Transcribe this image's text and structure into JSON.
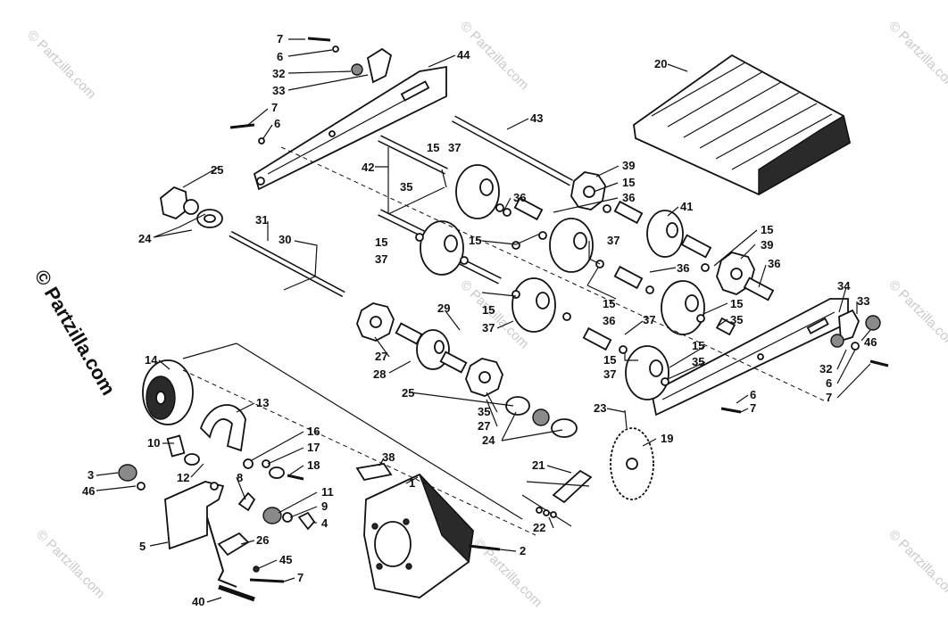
{
  "diagram": {
    "watermark_side": "© Partzilla.com",
    "watermark_tiles": [
      "© Partzilla.com",
      "© Partzilla.com",
      "© Partzilla.com",
      "© Partzilla.com",
      "© Partzilla.com",
      "© Partzilla.com",
      "© Partzilla.com",
      "© Partzilla.com"
    ],
    "callouts": [
      {
        "n": "7"
      },
      {
        "n": "6"
      },
      {
        "n": "32"
      },
      {
        "n": "33"
      },
      {
        "n": "44"
      },
      {
        "n": "7"
      },
      {
        "n": "6"
      },
      {
        "n": "20"
      },
      {
        "n": "43"
      },
      {
        "n": "42"
      },
      {
        "n": "15"
      },
      {
        "n": "37"
      },
      {
        "n": "35"
      },
      {
        "n": "25"
      },
      {
        "n": "39"
      },
      {
        "n": "15"
      },
      {
        "n": "36"
      },
      {
        "n": "36"
      },
      {
        "n": "41"
      },
      {
        "n": "24"
      },
      {
        "n": "31"
      },
      {
        "n": "30"
      },
      {
        "n": "15"
      },
      {
        "n": "37"
      },
      {
        "n": "15"
      },
      {
        "n": "37"
      },
      {
        "n": "15"
      },
      {
        "n": "39"
      },
      {
        "n": "36"
      },
      {
        "n": "36"
      },
      {
        "n": "29"
      },
      {
        "n": "15"
      },
      {
        "n": "37"
      },
      {
        "n": "15"
      },
      {
        "n": "36"
      },
      {
        "n": "37"
      },
      {
        "n": "15"
      },
      {
        "n": "35"
      },
      {
        "n": "34"
      },
      {
        "n": "33"
      },
      {
        "n": "46"
      },
      {
        "n": "14"
      },
      {
        "n": "27"
      },
      {
        "n": "28"
      },
      {
        "n": "15"
      },
      {
        "n": "15"
      },
      {
        "n": "37"
      },
      {
        "n": "35"
      },
      {
        "n": "32"
      },
      {
        "n": "6"
      },
      {
        "n": "7"
      },
      {
        "n": "13"
      },
      {
        "n": "25"
      },
      {
        "n": "35"
      },
      {
        "n": "27"
      },
      {
        "n": "24"
      },
      {
        "n": "6"
      },
      {
        "n": "7"
      },
      {
        "n": "23"
      },
      {
        "n": "19"
      },
      {
        "n": "10"
      },
      {
        "n": "16"
      },
      {
        "n": "17"
      },
      {
        "n": "18"
      },
      {
        "n": "12"
      },
      {
        "n": "38"
      },
      {
        "n": "1"
      },
      {
        "n": "3"
      },
      {
        "n": "46"
      },
      {
        "n": "8"
      },
      {
        "n": "11"
      },
      {
        "n": "9"
      },
      {
        "n": "4"
      },
      {
        "n": "21"
      },
      {
        "n": "22"
      },
      {
        "n": "5"
      },
      {
        "n": "26"
      },
      {
        "n": "2"
      },
      {
        "n": "45"
      },
      {
        "n": "7"
      },
      {
        "n": "40"
      }
    ]
  }
}
